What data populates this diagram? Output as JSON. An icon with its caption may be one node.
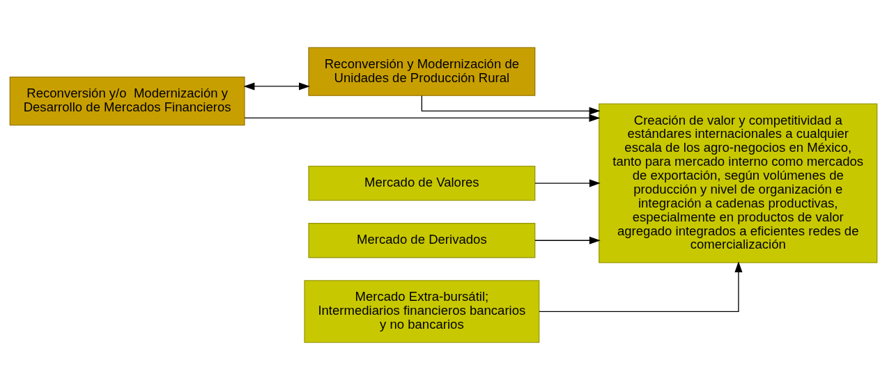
{
  "diagram": {
    "nodes": [
      {
        "text": [
          "Reconversión y/o  Modernización y Desarrollo de Mercados Financieros"
        ]
      },
      {
        "text": [
          "Reconversión y Modernización de Unidades de Producción Rural"
        ]
      },
      {
        "text": [
          "Mercado de Valores"
        ]
      },
      {
        "text": [
          "Mercado de Derivados"
        ]
      },
      {
        "text": [
          "Mercado Extra-bursátil; Intermediarios financieros bancarios y no bancarios"
        ]
      },
      {
        "text": [
          "Creación de valor y competitividad a estándares internacionales a cualquier escala de los agro-negocios en México, tanto para mercado interno como mercados de exportación, según volúmenes de producción y nivel de organización e integración a cadenas productivas, especialmente en productos de valor agregado integrados a eficientes redes de comercialización"
        ]
      }
    ],
    "edges": [
      {
        "from": 0,
        "to": 1,
        "arrow": "both"
      },
      {
        "from": 0,
        "to": 5,
        "arrow": "to"
      },
      {
        "from": 2,
        "to": 5,
        "arrow": "to"
      },
      {
        "from": 3,
        "to": 5,
        "arrow": "to"
      },
      {
        "from": 4,
        "to": 5,
        "arrow": "to"
      },
      {
        "from": 1,
        "to": 5,
        "arrow": "to"
      }
    ]
  }
}
